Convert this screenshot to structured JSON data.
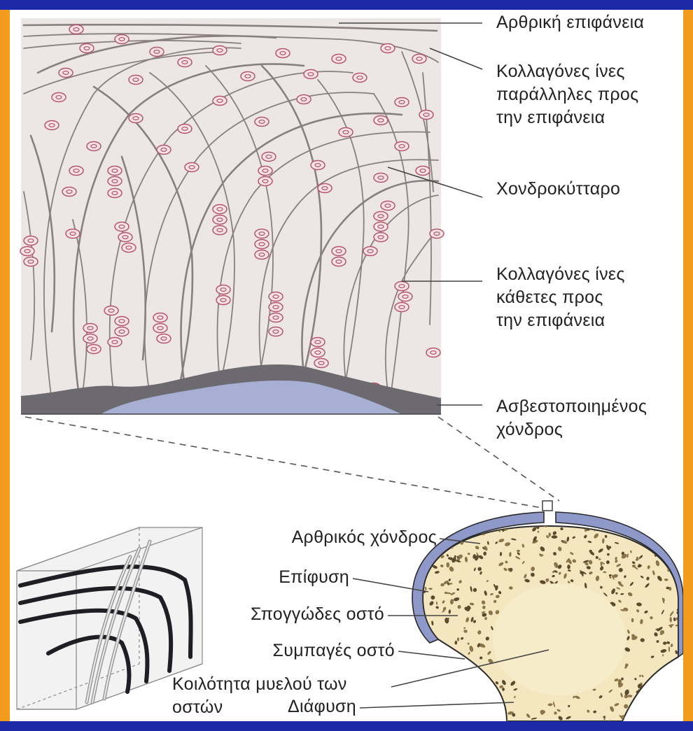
{
  "colors": {
    "border_blue": "#1c2aa8",
    "border_orange": "#f29b1c",
    "matrix": "#ece6e4",
    "cartilage_blue": "#8f99c9",
    "bone": "#f4e6bf",
    "cell_pink": "#b5566a"
  },
  "labels": {
    "articular_surface": "Αρθρική επιφάνεια",
    "collagen_parallel": "Κολλαγόνες ίνες\nπαράλληλες προς\nτην επιφάνεια",
    "chondrocyte": "Χονδροκύτταρο",
    "collagen_perpendicular": "Κολλαγόνες ίνες\nκάθετες προς\nτην επιφάνεια",
    "calcified_cartilage": "Ασβεστοποιημένος\nχόνδρος",
    "articular_cartilage": "Αρθρικός χόνδρος",
    "epiphysis": "Επίφυση",
    "spongy_bone": "Σπογγώδες οστό",
    "compact_bone": "Συμπαγές οστό",
    "marrow_cavity": "Κοιλότητα μυελού των\nοστών",
    "diaphysis": "Διάφυση"
  }
}
